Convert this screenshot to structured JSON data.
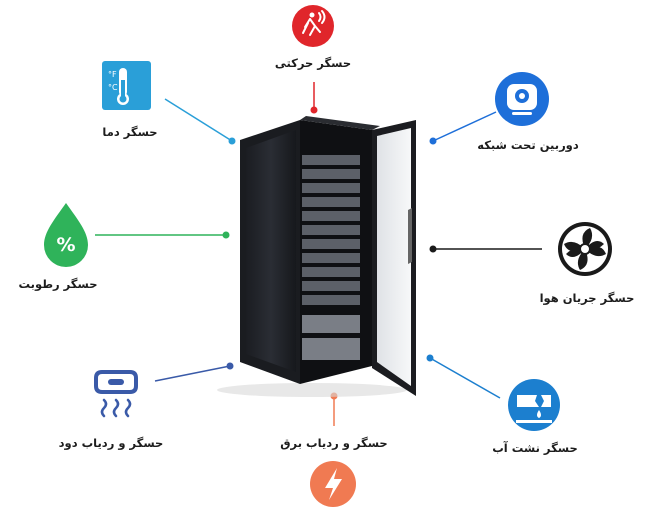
{
  "sensors": {
    "motion": {
      "label": "حسگر حرکتی",
      "color": "#e0262b",
      "icon": "running-person-icon"
    },
    "temperature": {
      "label": "حسگر دما",
      "color": "#2a9fd8",
      "icon": "thermometer-icon"
    },
    "camera": {
      "label": "دوربین تحت شبکه",
      "color": "#1e6fd9",
      "icon": "webcam-icon"
    },
    "humidity": {
      "label": "حسگر رطوبت",
      "color": "#2fb35a",
      "icon": "water-drop-percent-icon"
    },
    "airflow": {
      "label": "حسگر جریان هوا",
      "color": "#1a1a1a",
      "icon": "fan-icon"
    },
    "smoke": {
      "label": "حسگر و ردیاب دود",
      "color": "#3a5aa8",
      "icon": "smoke-detector-icon"
    },
    "electric": {
      "label": "حسگر و ردیاب برق",
      "color": "#f07a52",
      "icon": "lightning-icon"
    },
    "water": {
      "label": "حسگر نشت آب",
      "color": "#1c7fcf",
      "icon": "water-leak-icon"
    }
  },
  "fahrenheit": "°F",
  "celsius": "°C",
  "percent": "%"
}
